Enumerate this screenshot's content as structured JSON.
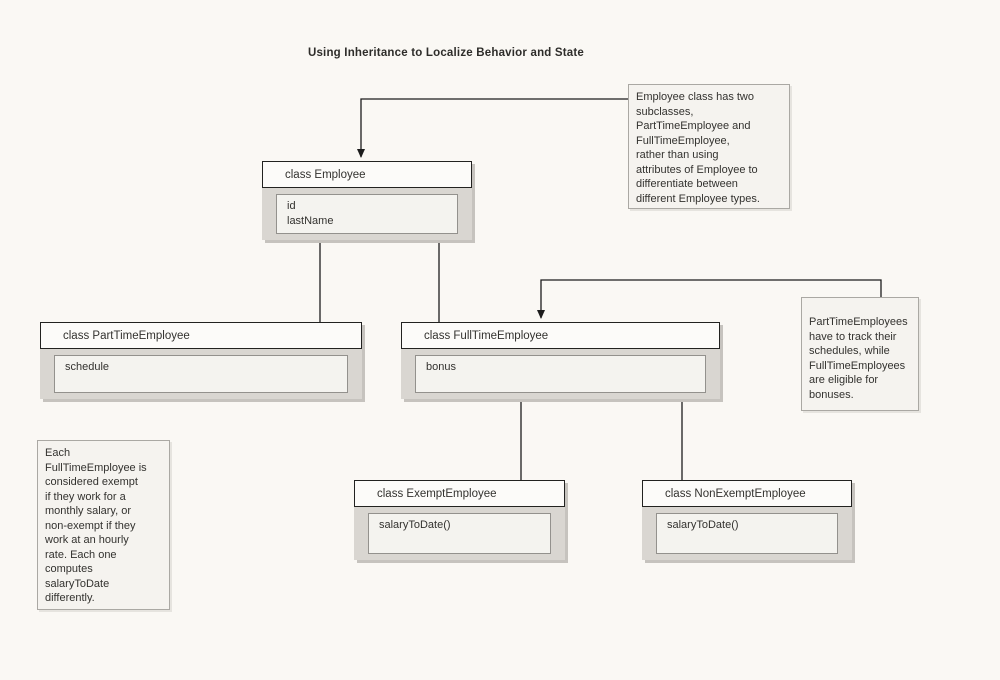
{
  "title": "Using Inheritance to Localize Behavior and State",
  "colors": {
    "page_background": "#faf8f4",
    "class_header_background": "#fcfbf9",
    "class_body_background": "#d9d6d1",
    "attr_box_background": "#f4f3ef",
    "note_background": "#f5f3ef",
    "connector_line": "#1c1c1c",
    "text": "#33322f"
  },
  "diagram": {
    "classes": [
      {
        "title": "class Employee",
        "attributes": "id\nlastName"
      },
      {
        "title": "class PartTimeEmployee",
        "attributes": "schedule"
      },
      {
        "title": "class FullTimeEmployee",
        "attributes": "bonus"
      },
      {
        "title": "class ExemptEmployee",
        "attributes": "salaryToDate()"
      },
      {
        "title": "class NonExemptEmployee",
        "attributes": "salaryToDate()"
      }
    ],
    "notes": [
      {
        "text": "Employee class has two\nsubclasses,\nPartTimeEmployee and\nFullTimeEmployee,\nrather than using\nattributes of Employee to\ndifferentiate between\ndifferent Employee types."
      },
      {
        "text": "PartTimeEmployees\nhave to track their\nschedules, while\nFullTimeEmployees\nare eligible for\nbonuses."
      },
      {
        "text": "Each\nFullTimeEmployee is\nconsidered exempt\nif they work for a\nmonthly salary, or\nnon-exempt if they\nwork at an hourly\nrate. Each one\ncomputes\nsalaryToDate\ndifferently."
      }
    ]
  }
}
